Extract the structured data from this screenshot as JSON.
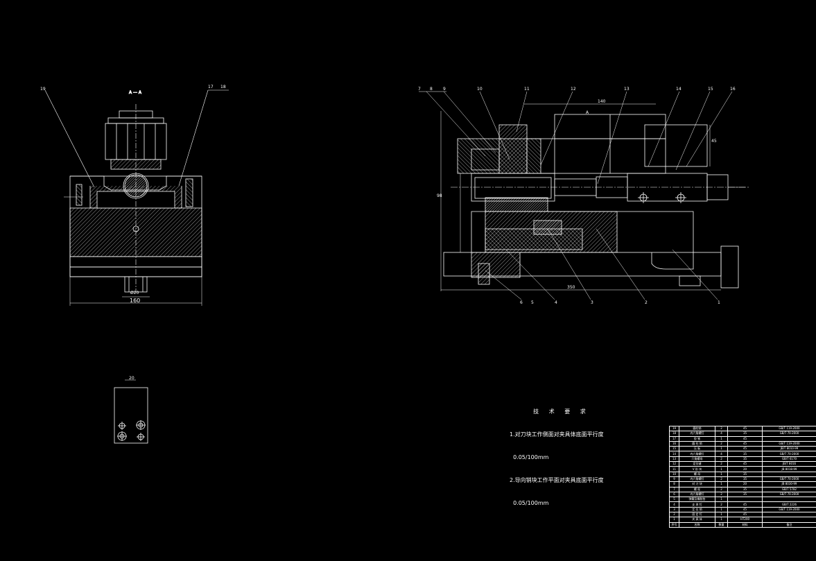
{
  "background": "#000000",
  "line_color": "#ffffff",
  "left_view": {
    "section_mark": "A — A",
    "balloons": [
      "19",
      "17",
      "18"
    ],
    "width_dim": "160",
    "small_dim": "Ø20"
  },
  "front_view": {
    "balloons_top": [
      "7",
      "8",
      "9",
      "10",
      "11",
      "12",
      "13",
      "14",
      "15",
      "16"
    ],
    "balloons_bottom": [
      "6",
      "5",
      "4",
      "3",
      "2",
      "1"
    ],
    "section_mark": "A",
    "dim_top": "140",
    "dim_bottom": "350",
    "dim_left": "98",
    "dim_right": "45"
  },
  "key_view": {
    "dim": "20"
  },
  "tech_requirements": {
    "title": "技 术 要 求",
    "line1": "1.对刀块工作侧面对夹具体底面平行度",
    "line1b": "  0.05/100mm",
    "line2": "2.导向销块工作平面对夹具底面平行度",
    "line2b": "  0.05/100mm"
  },
  "bom_rows": [
    [
      "19",
      "圆柱销",
      "2",
      "45",
      "GB/T 119-2000"
    ],
    [
      "18",
      "内六角螺钉",
      "4",
      "35",
      "GB/T 70-2000"
    ],
    [
      "17",
      "垫 铁",
      "1",
      "45",
      ""
    ],
    [
      "16",
      "圆 柱 销",
      "2",
      "45",
      "GB/T 119-2000"
    ],
    [
      "15",
      "压 板",
      "1",
      "45",
      "JB/T 8010-99"
    ],
    [
      "14",
      "内六角螺钉",
      "4",
      "35",
      "GB/T 70-2000"
    ],
    [
      "13",
      "六角螺母",
      "2",
      "35",
      "GB/T 6170"
    ],
    [
      "12",
      "定位键",
      "2",
      "45",
      "JB/T 8016"
    ],
    [
      "11",
      "V 形 块",
      "1",
      "20",
      "JB 8018-99"
    ],
    [
      "10",
      "螺 母",
      "1",
      "35",
      ""
    ],
    [
      "9",
      "内六角螺钉",
      "2",
      "35",
      "GB/T 70-2000"
    ],
    [
      "8",
      "对 刀 块",
      "1",
      "20",
      "JB 8030-99"
    ],
    [
      "7",
      "螺 栓",
      "2",
      "35",
      "GB/T 5782"
    ],
    [
      "6",
      "内六角螺钉",
      "2",
      "35",
      "GB/T 70-2000"
    ],
    [
      "5",
      "弹簧及橡胶垫",
      "1",
      "",
      ""
    ],
    [
      "4",
      "支 承 钉",
      "2",
      "45",
      "GB/T 2226"
    ],
    [
      "3",
      "定 位 销",
      "1",
      "45",
      "GB/T 119-2000"
    ],
    [
      "2",
      "固 定 钉",
      "1",
      "45",
      ""
    ],
    [
      "1",
      "夹 具 体",
      "1",
      "HT200",
      ""
    ]
  ],
  "bom_header": [
    "序号",
    "名称",
    "数量",
    "材料",
    "备注"
  ]
}
